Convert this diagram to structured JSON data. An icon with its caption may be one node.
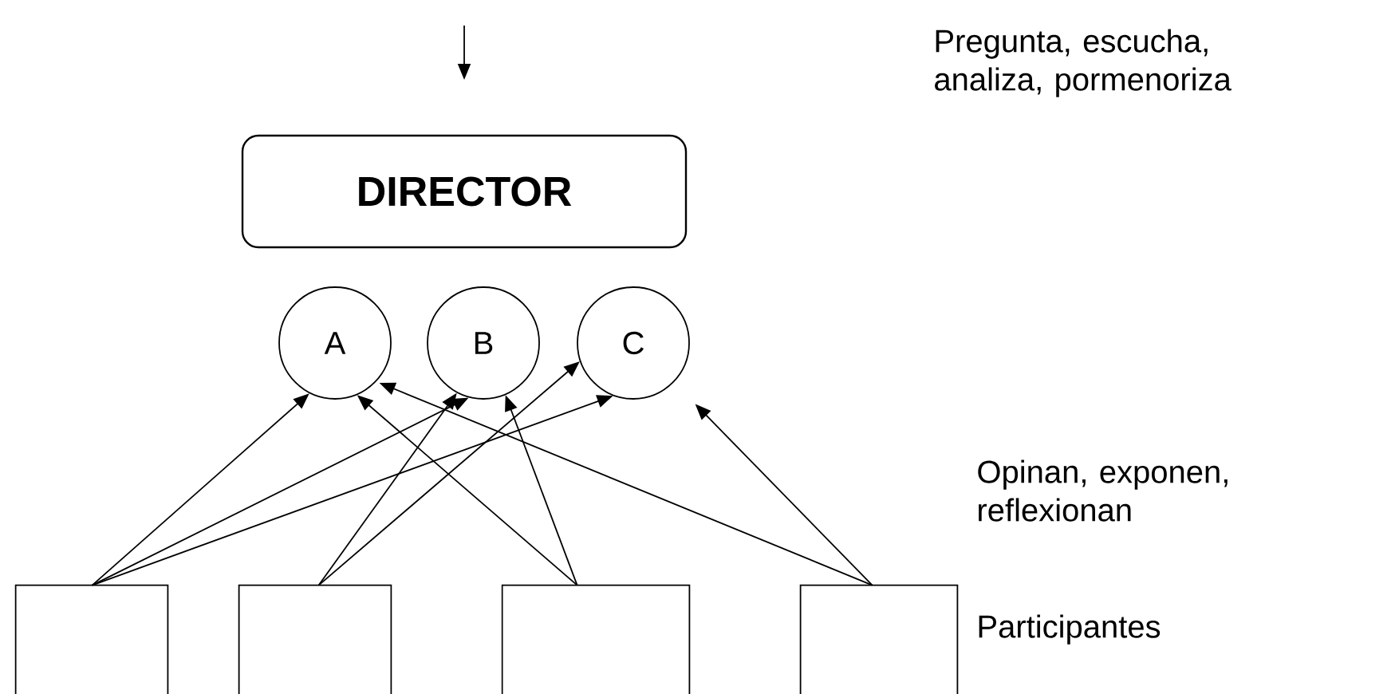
{
  "diagram": {
    "nodes": [
      {
        "text": [
          "DIRECTOR"
        ]
      },
      {
        "text": [
          "A"
        ]
      },
      {
        "text": [
          "B"
        ]
      },
      {
        "text": [
          "C"
        ]
      },
      {
        "text": [],
        "shape": "box"
      },
      {
        "text": [],
        "shape": "box"
      },
      {
        "text": [],
        "shape": "box"
      },
      {
        "text": [],
        "shape": "box"
      }
    ],
    "edges": [
      {
        "from": 4,
        "to": 1,
        "arrow": "to"
      },
      {
        "from": 4,
        "to": 2,
        "arrow": "to"
      },
      {
        "from": 4,
        "to": 3,
        "arrow": "to"
      },
      {
        "from": 5,
        "to": 2,
        "arrow": "to"
      },
      {
        "from": 5,
        "to": 3,
        "arrow": "to"
      },
      {
        "from": 6,
        "to": 1,
        "arrow": "to"
      },
      {
        "from": 6,
        "to": 2,
        "arrow": "to"
      },
      {
        "from": 7,
        "to": 1,
        "arrow": "to"
      },
      {
        "from": 7,
        "to": 3,
        "arrow": "to"
      }
    ],
    "labels": [
      "Pregunta, escucha, analiza, pormenoriza",
      "Opinan, exponen, reflexionan",
      "Participantes"
    ]
  }
}
